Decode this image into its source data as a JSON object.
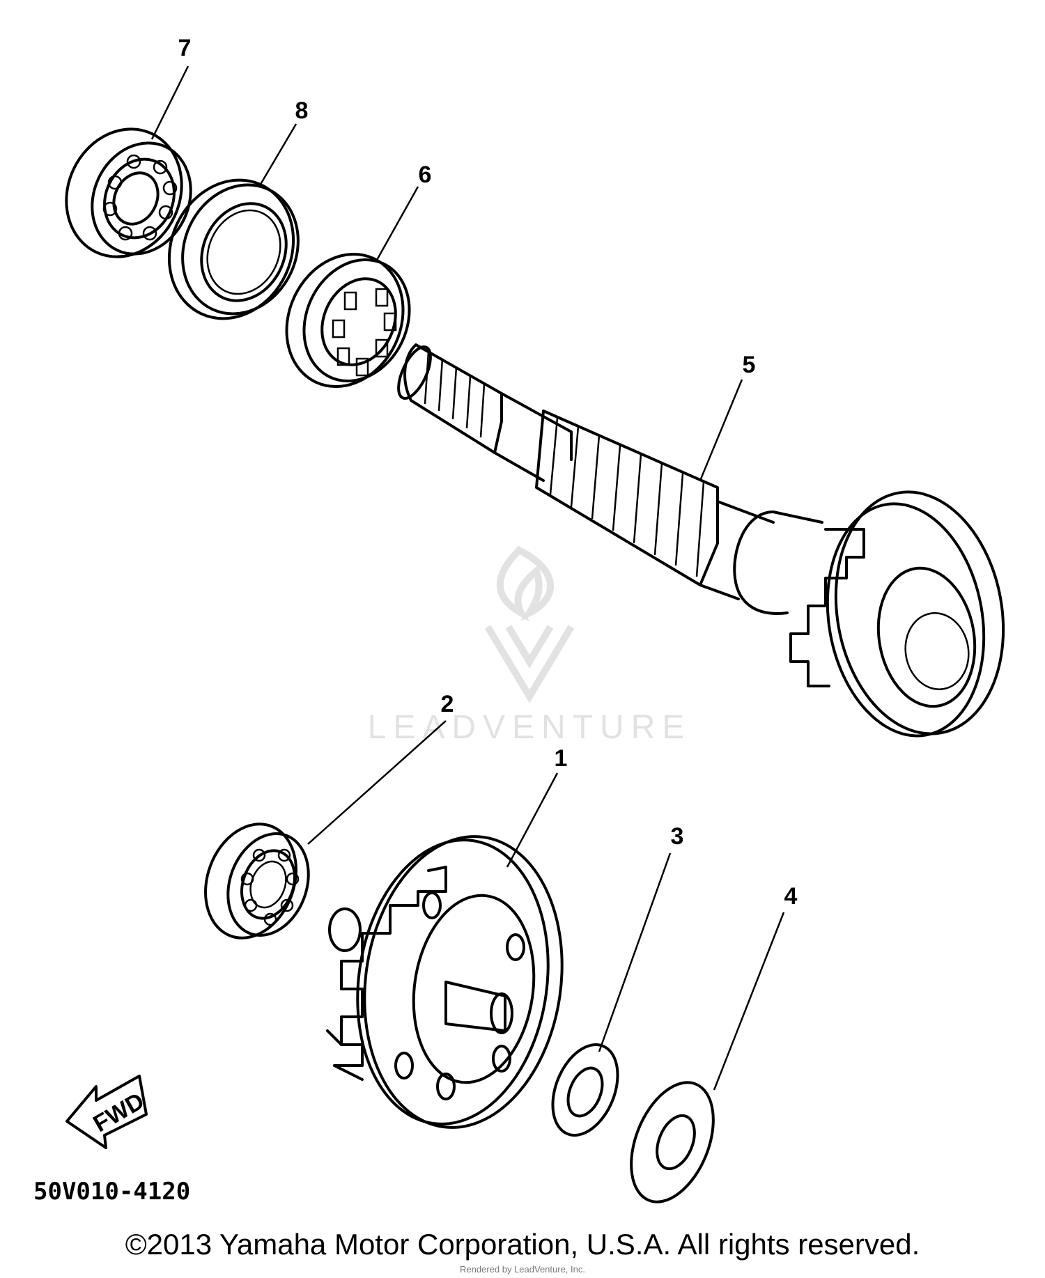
{
  "diagram": {
    "callouts": [
      {
        "num": "1",
        "label": "1"
      },
      {
        "num": "2",
        "label": "2"
      },
      {
        "num": "3",
        "label": "3"
      },
      {
        "num": "4",
        "label": "4"
      },
      {
        "num": "5",
        "label": "5"
      },
      {
        "num": "6",
        "label": "6"
      },
      {
        "num": "7",
        "label": "7"
      },
      {
        "num": "8",
        "label": "8"
      }
    ],
    "fwd_label": "FWD",
    "diagram_code": "50V010-4120"
  },
  "watermark": {
    "text": "LEADVENTURE"
  },
  "footer": {
    "copyright": "©2013 Yamaha Motor Corporation, U.S.A. All rights reserved.",
    "credit": "Rendered by LeadVenture, Inc."
  }
}
